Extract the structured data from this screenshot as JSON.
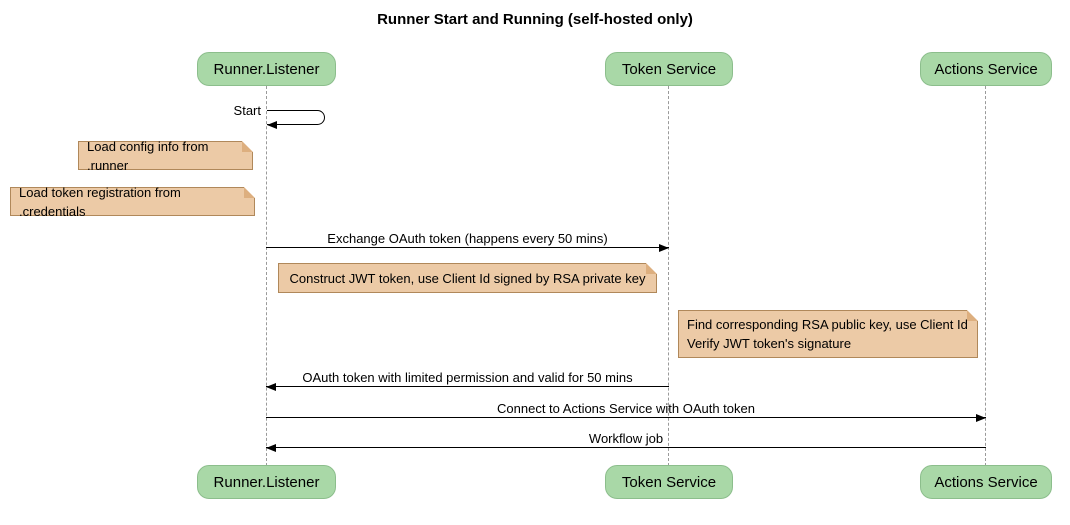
{
  "title": "Runner Start and Running (self-hosted only)",
  "participants": [
    {
      "label": "Runner.Listener"
    },
    {
      "label": "Token Service"
    },
    {
      "label": "Actions Service"
    }
  ],
  "messages": {
    "self_start": "Start",
    "exchange_oauth": "Exchange OAuth token (happens every 50 mins)",
    "oauth_return": "OAuth token with limited permission and valid for 50 mins",
    "connect_actions": "Connect to Actions Service with OAuth token",
    "workflow_job": "Workflow job"
  },
  "notes": {
    "load_config": "Load config info from .runner",
    "load_token_registration": "Load token registration from .credentials",
    "construct_jwt": "Construct JWT token, use Client Id signed by RSA private key",
    "find_rsa_line1": "Find corresponding RSA public key, use Client Id",
    "find_rsa_line2": "Verify JWT token's signature"
  },
  "colors": {
    "participant_fill": "#A9D8A7",
    "participant_border": "#8CBE8C",
    "note_fill": "#ECCAA6",
    "note_border": "#B0885A",
    "lifeline": "#9A9A9A",
    "arrow": "#000000",
    "background": "#FFFFFF"
  }
}
